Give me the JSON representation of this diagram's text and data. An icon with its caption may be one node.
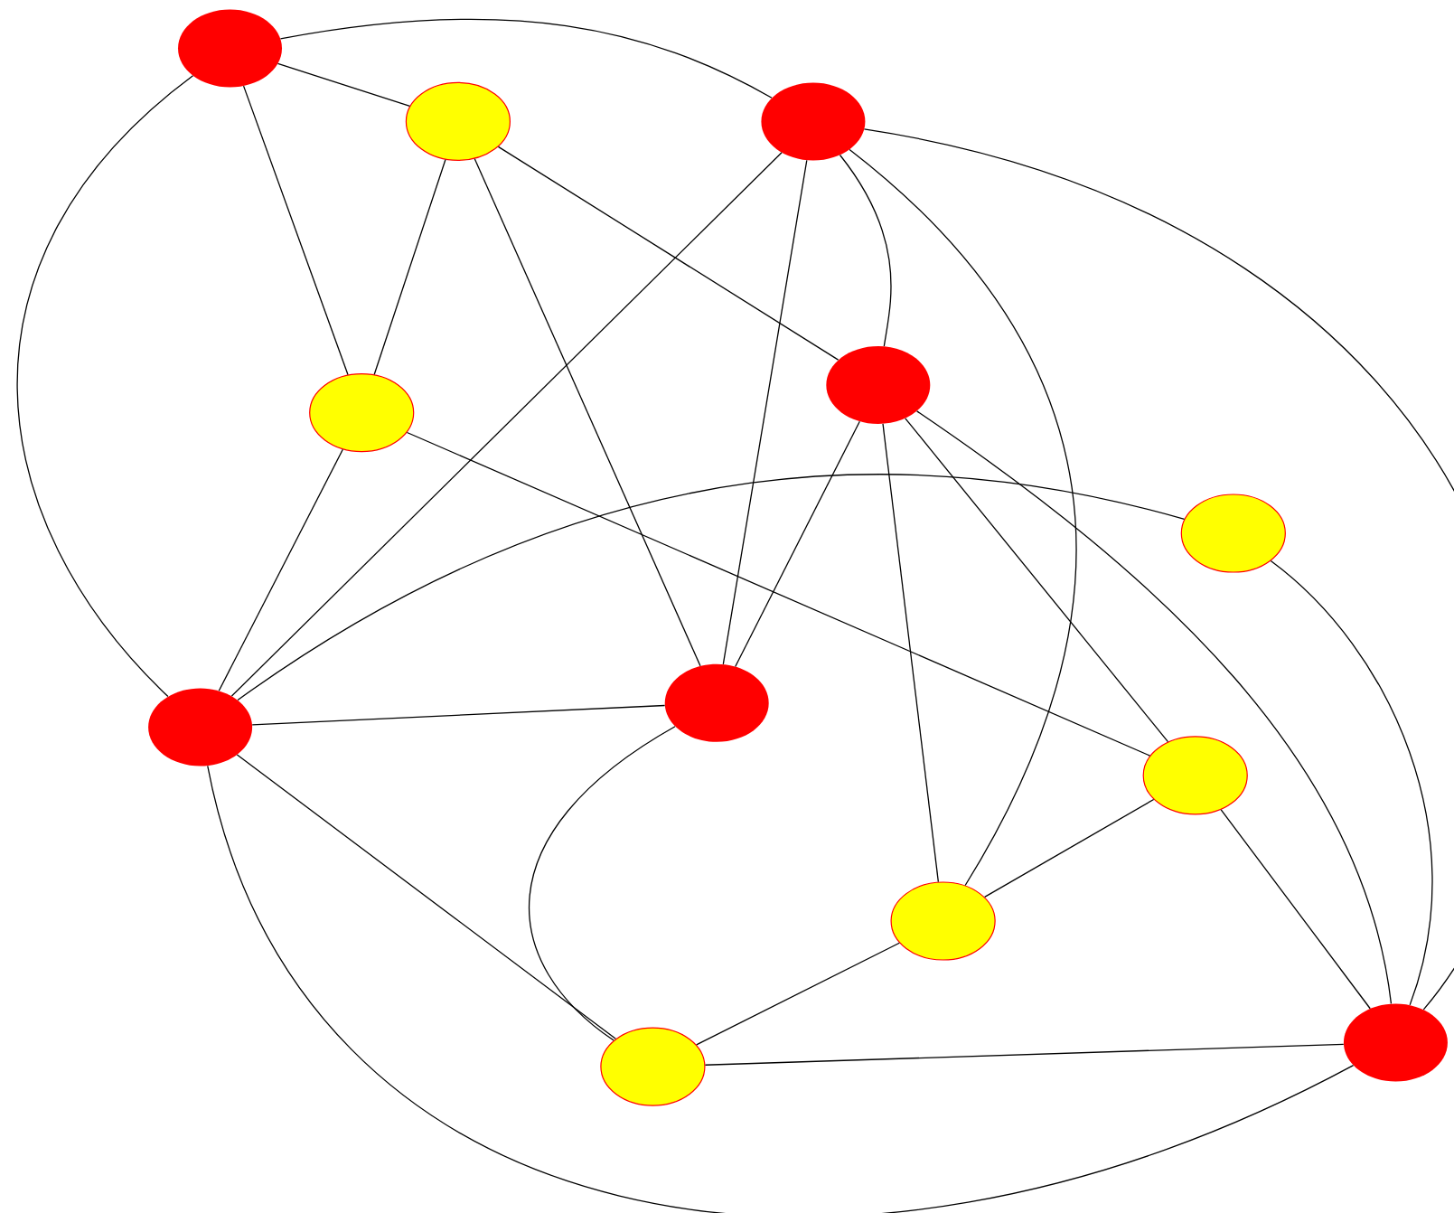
{
  "diagram": {
    "nodes": [
      {
        "text": [],
        "shape": "circle"
      },
      {
        "text": [],
        "shape": "circle"
      },
      {
        "text": [],
        "shape": "circle"
      },
      {
        "text": [],
        "shape": "circle"
      },
      {
        "text": [],
        "shape": "circle"
      },
      {
        "text": [],
        "shape": "circle"
      },
      {
        "text": [],
        "shape": "circle"
      },
      {
        "text": [],
        "shape": "circle"
      },
      {
        "text": [],
        "shape": "circle"
      },
      {
        "text": [],
        "shape": "circle"
      },
      {
        "text": [],
        "shape": "circle"
      },
      {
        "text": [],
        "shape": "circle"
      }
    ],
    "edges": [
      {
        "from": 0,
        "to": 2,
        "arrow": "none"
      },
      {
        "from": 0,
        "to": 1,
        "arrow": "none"
      },
      {
        "from": 0,
        "to": 3,
        "arrow": "none"
      },
      {
        "from": 0,
        "to": 6,
        "arrow": "none"
      },
      {
        "from": 1,
        "to": 3,
        "arrow": "none"
      },
      {
        "from": 1,
        "to": 7,
        "arrow": "none"
      },
      {
        "from": 1,
        "to": 4,
        "arrow": "none"
      },
      {
        "from": 2,
        "to": 6,
        "arrow": "none"
      },
      {
        "from": 2,
        "to": 7,
        "arrow": "none"
      },
      {
        "from": 2,
        "to": 4,
        "arrow": "none"
      },
      {
        "from": 2,
        "to": 9,
        "arrow": "none"
      },
      {
        "from": 2,
        "to": 11,
        "arrow": "none"
      },
      {
        "from": 3,
        "to": 6,
        "arrow": "none"
      },
      {
        "from": 3,
        "to": 8,
        "arrow": "none"
      },
      {
        "from": 4,
        "to": 7,
        "arrow": "none"
      },
      {
        "from": 4,
        "to": 9,
        "arrow": "none"
      },
      {
        "from": 4,
        "to": 8,
        "arrow": "none"
      },
      {
        "from": 4,
        "to": 11,
        "arrow": "none"
      },
      {
        "from": 5,
        "to": 6,
        "arrow": "none"
      },
      {
        "from": 5,
        "to": 11,
        "arrow": "none"
      },
      {
        "from": 6,
        "to": 7,
        "arrow": "none"
      },
      {
        "from": 6,
        "to": 10,
        "arrow": "none"
      },
      {
        "from": 6,
        "to": 11,
        "arrow": "none"
      },
      {
        "from": 7,
        "to": 10,
        "arrow": "none"
      },
      {
        "from": 8,
        "to": 9,
        "arrow": "none"
      },
      {
        "from": 8,
        "to": 11,
        "arrow": "none"
      },
      {
        "from": 9,
        "to": 10,
        "arrow": "none"
      },
      {
        "from": 10,
        "to": 11,
        "arrow": "none"
      }
    ]
  }
}
